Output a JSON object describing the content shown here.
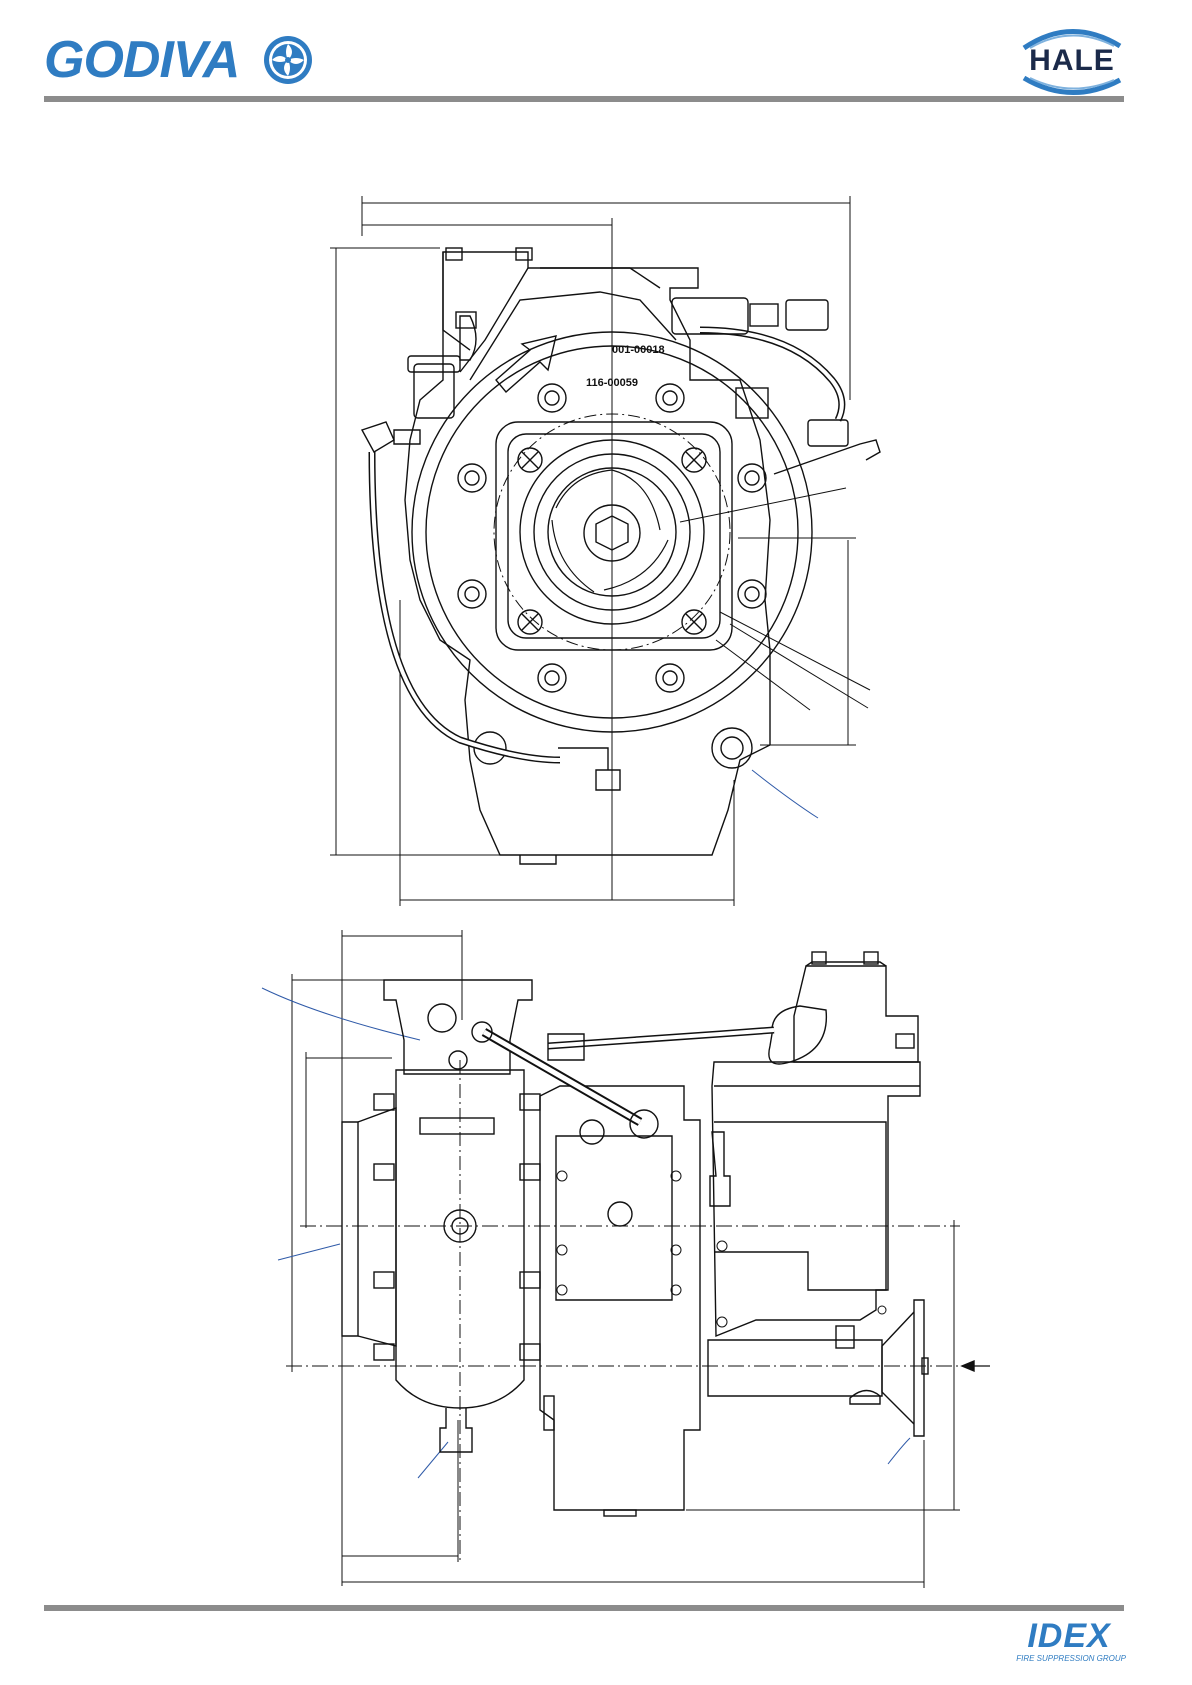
{
  "header": {
    "left_brand": "GODIVA",
    "right_brand": "HALE",
    "accent_color": "#2f7cc2",
    "rule_color": "#8c8c8c"
  },
  "front_view": {
    "part_numbers": [
      "001-00018",
      "116-00059"
    ]
  },
  "footer": {
    "brand": "IDEX",
    "tagline": "FIRE SUPPRESSION GROUP"
  }
}
